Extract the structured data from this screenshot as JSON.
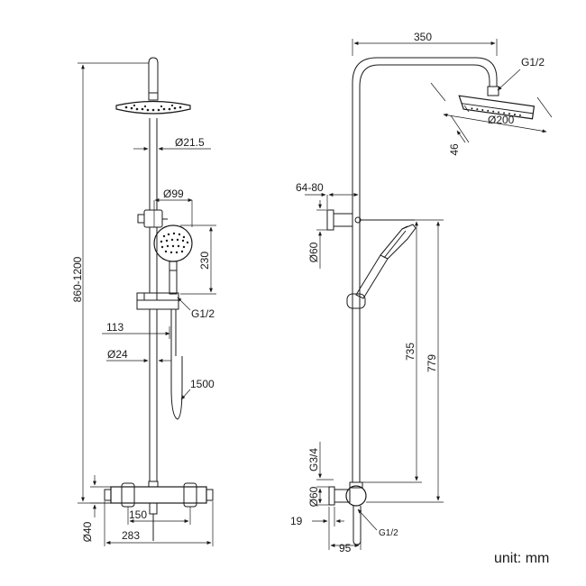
{
  "front_view": {
    "height_range": "860-1200",
    "pipe_diameter": "Ø21.5",
    "hand_shower_diameter": "Ø99",
    "hand_shower_height": "230",
    "holder_thread": "G1/2",
    "holder_offset": "113",
    "lower_pipe_diameter": "Ø24",
    "hose_length": "1500",
    "valve_body_diameter": "Ø40",
    "valve_width_inner": "150",
    "valve_width_total": "283"
  },
  "side_view": {
    "arm_length": "350",
    "head_thread": "G1/2",
    "head_diameter": "Ø200",
    "head_thickness": "46",
    "bracket_adjust": "64-80",
    "bracket_diameter": "Ø60",
    "rail_height_inner": "735",
    "rail_height_total": "779",
    "inlet_thread": "G3/4",
    "inlet_cover_diameter": "Ø60",
    "inlet_offset_small": "19",
    "inlet_offset": "95",
    "outlet_thread": "G1/2"
  },
  "footer": {
    "unit_label": "unit: mm"
  }
}
